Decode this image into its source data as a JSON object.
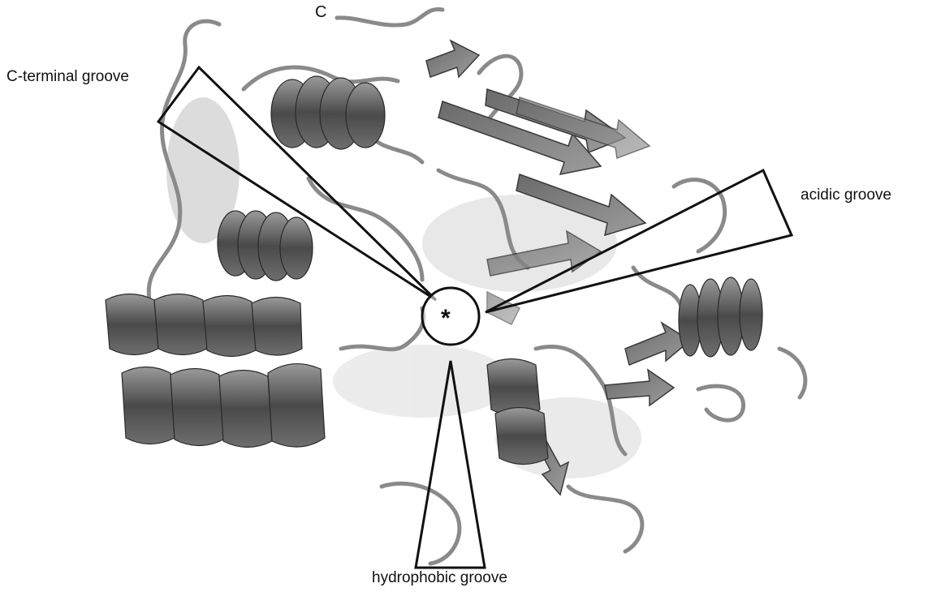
{
  "labels": {
    "c_terminus": "C",
    "c_terminal_groove": "C-terminal groove",
    "acidic_groove": "acidic groove",
    "hydrophobic_groove": "hydrophobic groove",
    "center_marker": "*"
  },
  "colors": {
    "ribbon_dark": "#4a4a4a",
    "ribbon_mid": "#7a7a7a",
    "ribbon_light": "#b8b8b8",
    "outline": "#111111"
  }
}
